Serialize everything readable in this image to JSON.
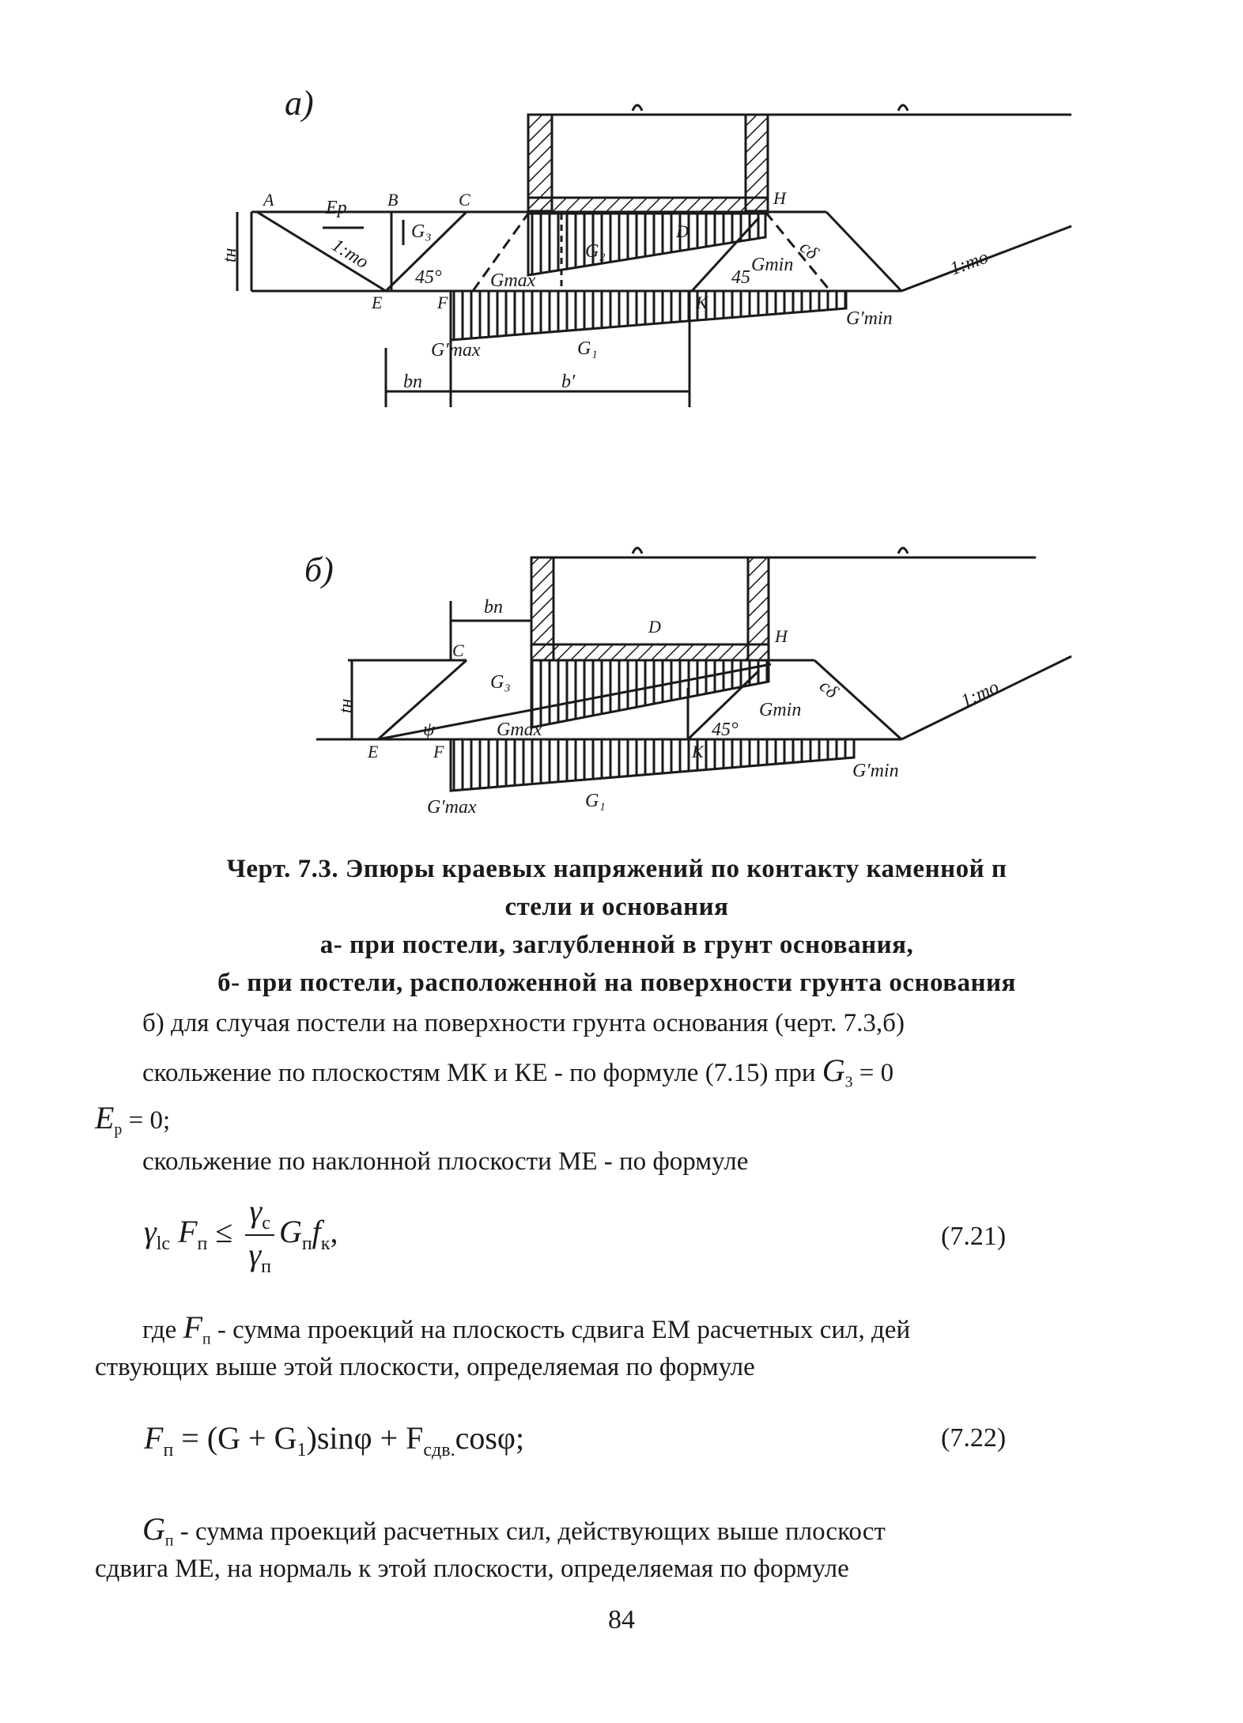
{
  "figure_a": {
    "panel_label": "а)",
    "point_labels": {
      "A": "A",
      "B": "B",
      "C": "C",
      "H": "H",
      "D": "D",
      "E": "E",
      "F": "F",
      "K": "K"
    },
    "symbols": {
      "ep": "Ep",
      "tn": "tн",
      "slope_left": "1:mо",
      "sigma_b": "G₃",
      "g2": "G₂",
      "angle_left": "45°",
      "angle_right": "45",
      "smax": "Gmax",
      "smin": "Gmin",
      "cb": "cδ",
      "smin_base": "G′min",
      "smax_base": "G′max",
      "g1": "G₁",
      "bp": "bп",
      "b_prime": "b′",
      "slope_right": "1:mо"
    }
  },
  "figure_b": {
    "panel_label": "б)",
    "point_labels": {
      "C": "C",
      "D": "D",
      "H": "H",
      "E": "E",
      "F": "F",
      "K": "K"
    },
    "symbols": {
      "bn": "bп",
      "tn": "tн",
      "g3": "G₃",
      "psi": "ψ",
      "smax": "Gmax",
      "angle": "45°",
      "smin": "Gmin",
      "cb": "cδ",
      "smin_base": "G′min",
      "smax_base": "G′max",
      "g1": "G₁",
      "slope_right": "1:mо"
    }
  },
  "caption": {
    "line1": "Черт. 7.3. Эпюры краевых напряжений по контакту каменной п",
    "line2": "стели и основания",
    "line3": "а- при постели, заглубленной в грунт основания,",
    "line4": "б- при постели, расположенной на поверхности грунта основания"
  },
  "text": {
    "p1": "б) для случая постели на поверхности грунта основания (черт. 7.3,б)",
    "p2_start": "скольжение по плоскостям МК и КЕ - по формуле (7.15) при",
    "p2_var": "G",
    "p2_sub": "3",
    "p2_end": " = 0",
    "p3_var": "E",
    "p3_sub": "p",
    "p3_end": " = 0;",
    "p4": "скольжение по наклонной плоскости МЕ - по формуле",
    "p5_start": "где",
    "p5_var": "F",
    "p5_sub": "п",
    "p5_end": " - сумма проекций на плоскость сдвига ЕМ расчетных сил, дей",
    "p6": "ствующих выше этой плоскости, определяемая по формуле",
    "p7_var": "G",
    "p7_sub": "п",
    "p7_end": " - сумма проекций расчетных сил, действующих выше плоскост",
    "p8": "сдвига МЕ, на нормаль к этой плоскости, определяемая по формуле"
  },
  "eq721": {
    "gamma": "γ",
    "gamma_sub": "lc",
    "F": "F",
    "F_sub": "п",
    "leq": "≤",
    "num": "γ",
    "num_sub": "c",
    "den": "γ",
    "den_sub": "п",
    "G": "G",
    "G_sub": "п",
    "f": "f",
    "f_sub": "к",
    "tail": ",",
    "number": "(7.21)"
  },
  "eq722": {
    "F": "F",
    "F_sub": "п",
    "mid": " = (G + G",
    "mid_sub": "1",
    "mid2": ")sinφ + F",
    "sub2": "сдв.",
    "end": "cosφ;",
    "number": "(7.22)"
  },
  "page_number": "84"
}
